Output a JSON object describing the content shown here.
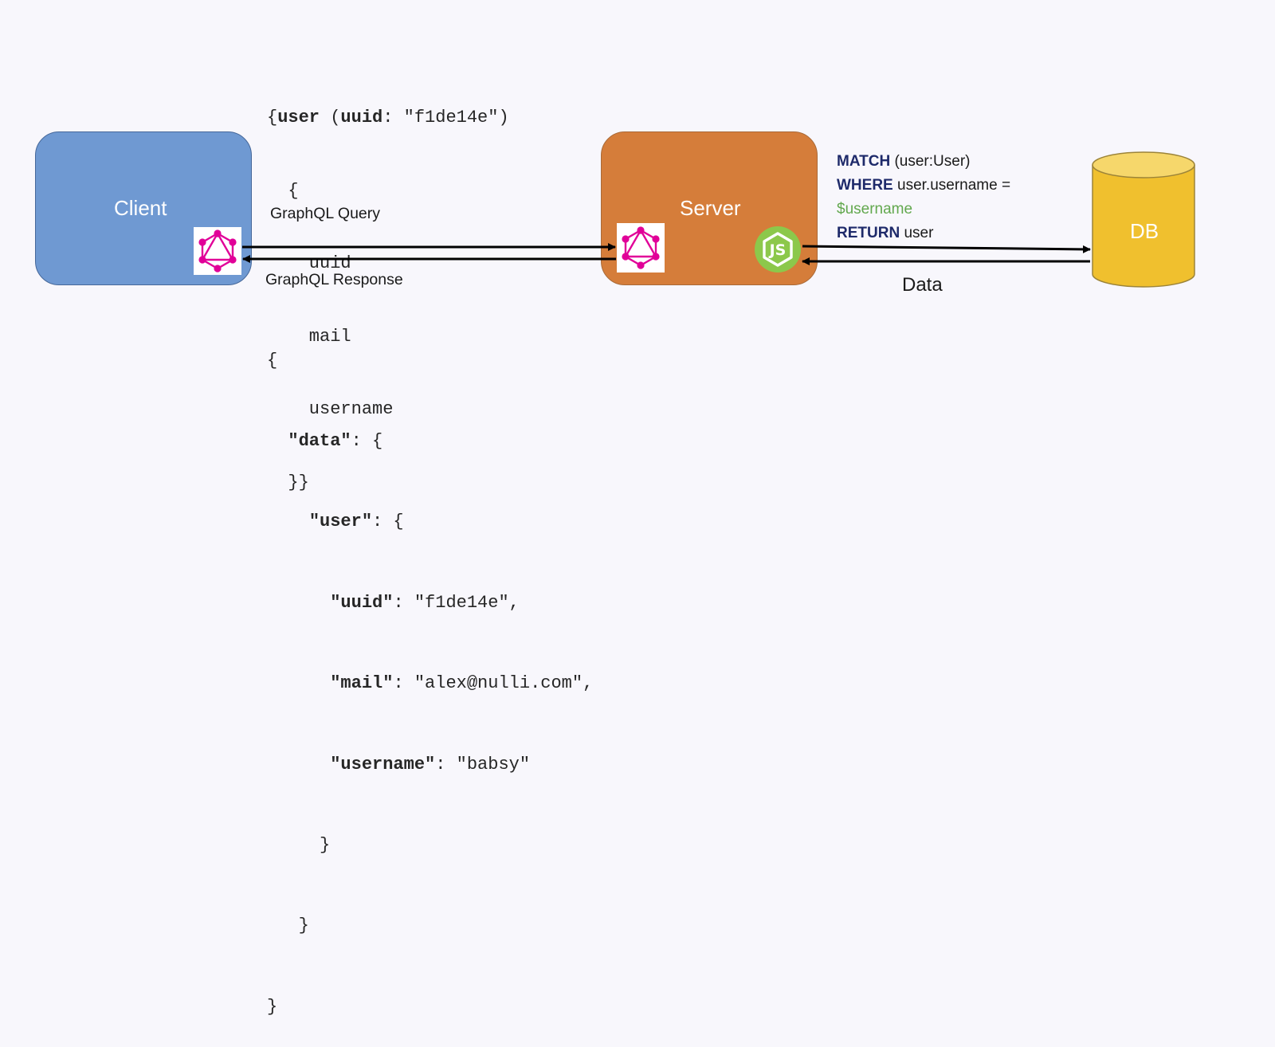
{
  "client": {
    "label": "Client"
  },
  "server": {
    "label": "Server"
  },
  "db": {
    "label": "DB"
  },
  "query": {
    "line0_open": "{",
    "line0_user": "user",
    "line0_paren": " (",
    "line0_uuid": "uuid",
    "line0_rest": ": \"f1de14e\")",
    "lines": [
      "  {",
      "    uuid",
      "    mail",
      "    username",
      "  }}"
    ],
    "caption": "GraphQL Query"
  },
  "response": {
    "caption": "GraphQL Response",
    "open": "{",
    "data_key": "\"data\"",
    "data_rest": ": {",
    "user_key": "\"user\"",
    "user_rest": ": {",
    "uuid_key": "\"uuid\"",
    "uuid_val": ": \"f1de14e\",",
    "mail_key": "\"mail\"",
    "mail_val": ": \"alex@nulli.com\",",
    "username_key": "\"username\"",
    "username_val": ": \"babsy\"",
    "close_user": "}",
    "close_data": "}",
    "close_root": "}"
  },
  "cypher": {
    "kw_match": "MATCH",
    "match_rest": " (user:User)",
    "kw_where": "WHERE",
    "where_rest": " user.username =",
    "param": "$username",
    "kw_return": "RETURN",
    "return_rest": " user"
  },
  "data_arrow_label": "Data",
  "colors": {
    "client": "#6f99d2",
    "server": "#d57d3a",
    "db": "#f0c02e",
    "graphql": "#e10098",
    "nodejs": "#8cc84b",
    "cypher_keyword": "#1e2a6a",
    "cypher_param": "#62a84e"
  },
  "icons": [
    "graphql-icon",
    "nodejs-icon",
    "database-icon"
  ]
}
